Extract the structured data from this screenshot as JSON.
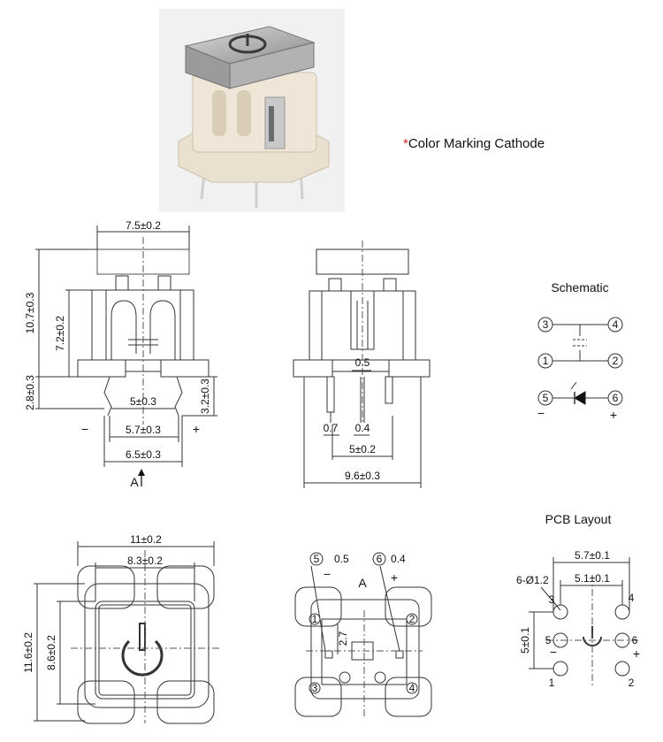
{
  "caption": {
    "star": "*",
    "text": "Color Marking Cathode"
  },
  "colors": {
    "star": "#d6281e",
    "cap": "#b9b9b9",
    "body": "#ede4d6"
  },
  "front_view": {
    "width": "7.5±0.2",
    "height": "10.7±0.3",
    "body_height": "7.2±0.2",
    "pin_len_left": "2.8±0.3",
    "pin_len_right": "3.2±0.3",
    "pitch_inner": "5±0.3",
    "pitch_mid": "5.7±0.3",
    "pitch_outer": "6.5±0.3",
    "minus": "−",
    "plus": "+",
    "view_arrow": "A"
  },
  "side_view": {
    "gap": "0.5",
    "pin_a": "0.7",
    "pin_b": "0.4",
    "pitch": "5±0.2",
    "depth": "9.6±0.3"
  },
  "schematic": {
    "title": "Schematic",
    "pins": [
      "3",
      "4",
      "1",
      "2",
      "5",
      "6"
    ],
    "minus": "−",
    "plus": "+"
  },
  "top_view": {
    "width": "11±0.2",
    "inner_width": "8.3±0.2",
    "height": "11.6±0.2",
    "inner_height": "8.6±0.2"
  },
  "bottom_view": {
    "pin5": "5",
    "val5": "0.5",
    "pin6": "6",
    "val6": "0.4",
    "view_arrow": "A",
    "minus": "−",
    "plus": "+",
    "depth": "2.7",
    "pins": [
      "1",
      "2",
      "3",
      "4"
    ]
  },
  "pcb_layout": {
    "title": "PCB Layout",
    "outer_pitch": "5.7±0.1",
    "inner_pitch": "5.1±0.1",
    "holes": "6-Ø1.2",
    "row_pitch": "5±0.1",
    "pins": [
      "3",
      "4",
      "5",
      "6",
      "1",
      "2"
    ],
    "minus": "−",
    "plus": "+"
  }
}
